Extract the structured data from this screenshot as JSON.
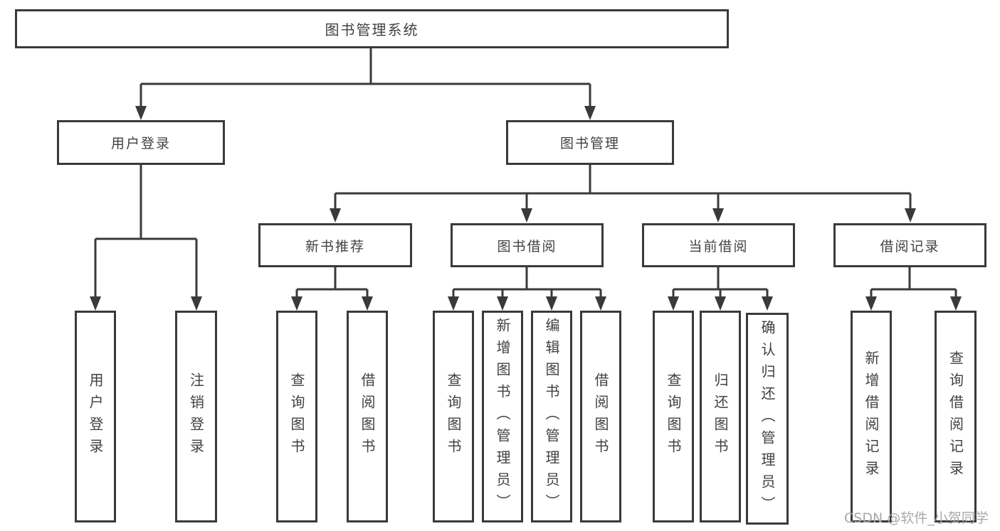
{
  "diagram": {
    "root": {
      "label": "图书管理系统"
    },
    "branches": [
      {
        "label": "用户登录",
        "children": [
          "用户登录",
          "注销登录"
        ]
      },
      {
        "label": "图书管理",
        "sections": [
          {
            "label": "新书推荐",
            "children": [
              "查询图书",
              "借阅图书"
            ]
          },
          {
            "label": "图书借阅",
            "children": [
              "查询图书",
              "新增图书（管理员）",
              "编辑图书（管理员）",
              "借阅图书"
            ]
          },
          {
            "label": "当前借阅",
            "children": [
              "查询图书",
              "归还图书",
              "确认归还（管理员）"
            ]
          },
          {
            "label": "借阅记录",
            "children": [
              "新增借阅记录",
              "查询借阅记录"
            ]
          }
        ]
      }
    ]
  },
  "watermark": "CSDN @软件_小贺同学",
  "colors": {
    "line": "#3a3a3a",
    "text": "#414141",
    "watermark": "#a9a9a9",
    "background": "#ffffff"
  }
}
